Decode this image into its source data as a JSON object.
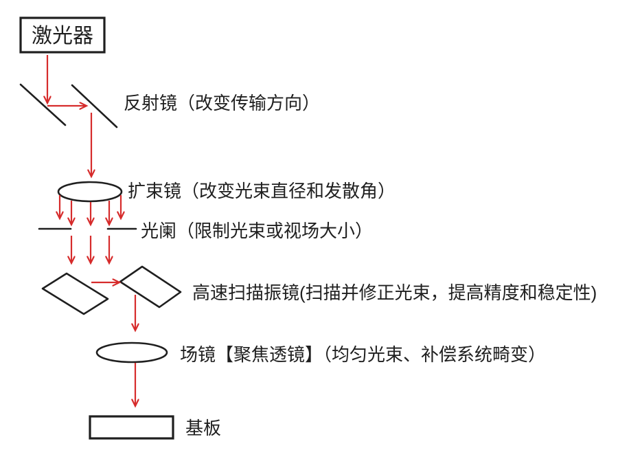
{
  "diagram": {
    "colors": {
      "background": "#ffffff",
      "line": "#1f1f1f",
      "arrow": "#d62b2b",
      "text": "#1f1f1f"
    },
    "nodes": {
      "laser": {
        "label": "激光器",
        "shape": "rectangle"
      },
      "reflector": {
        "label": "反射镜（改变传输方向）",
        "shape": "two-diagonal-mirrors"
      },
      "beam_expander": {
        "label": "扩束镜（改变光束直径和发散角）",
        "shape": "ellipse-lens"
      },
      "aperture": {
        "label": "光阑（限制光束或视场大小）",
        "shape": "slit-two-lines"
      },
      "galvo": {
        "label": "高速扫描振镜(扫描并修正光束，提高精度和稳定性)",
        "shape": "two-parallelogram-mirrors"
      },
      "field_lens": {
        "label": "场镜【聚焦透镜】（均匀光束、补偿系统畸变）",
        "shape": "ellipse-lens"
      },
      "substrate": {
        "label": "基板",
        "shape": "rectangle"
      }
    }
  }
}
